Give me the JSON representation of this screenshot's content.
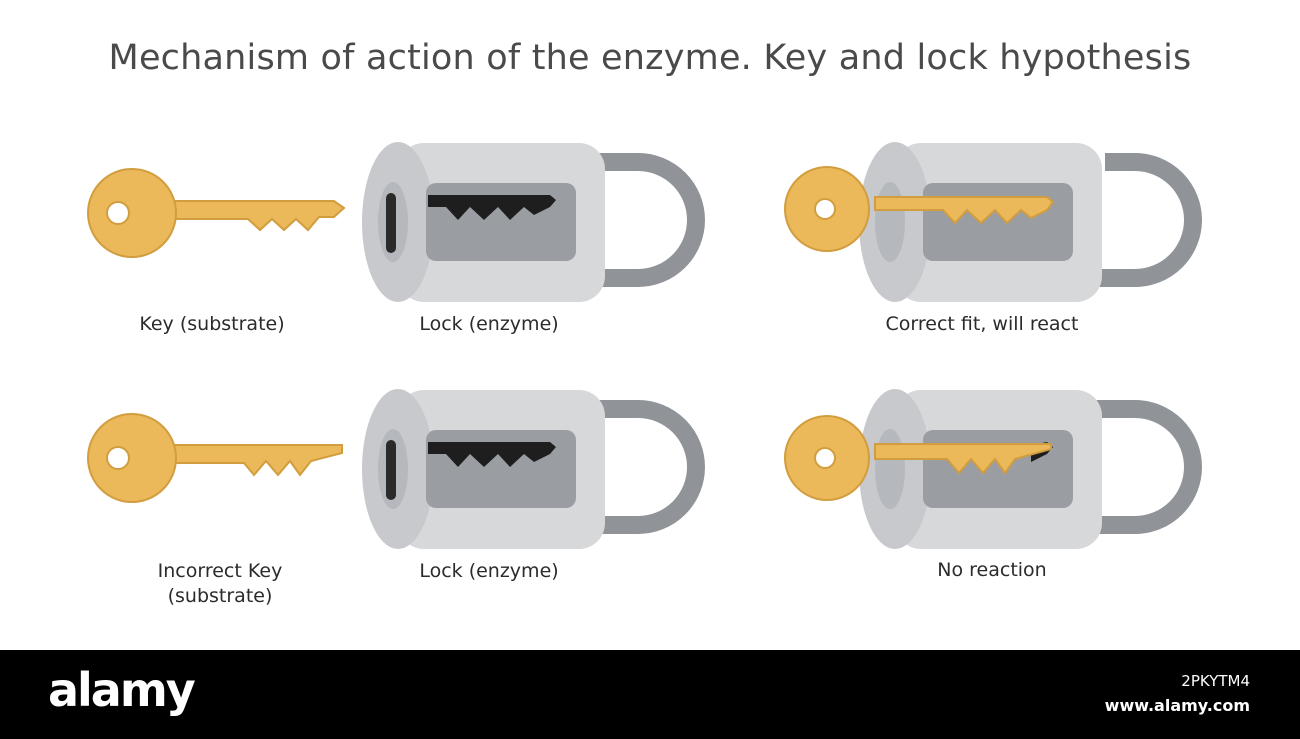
{
  "title": "Mechanism of action of the enzyme. Key and lock hypothesis",
  "labels": {
    "key_substrate": "Key (substrate)",
    "lock_enzyme_top": "Lock (enzyme)",
    "correct_fit": "Correct fit, will react",
    "incorrect_key_line1": "Incorrect Key",
    "incorrect_key_line2": "(substrate)",
    "lock_enzyme_bottom": "Lock (enzyme)",
    "no_reaction": "No reaction"
  },
  "colors": {
    "key_gold": "#ebb95a",
    "key_outline": "#d29d3e",
    "lock_body": "#d7d8da",
    "lock_face": "#c7c9cc",
    "keyway": "#9a9ea2",
    "shackle": "#909498",
    "slot_dark": "#1e1e1e"
  },
  "footer": {
    "brand": "alamy",
    "image_id": "2PKYTM4",
    "site": "www.alamy.com"
  }
}
